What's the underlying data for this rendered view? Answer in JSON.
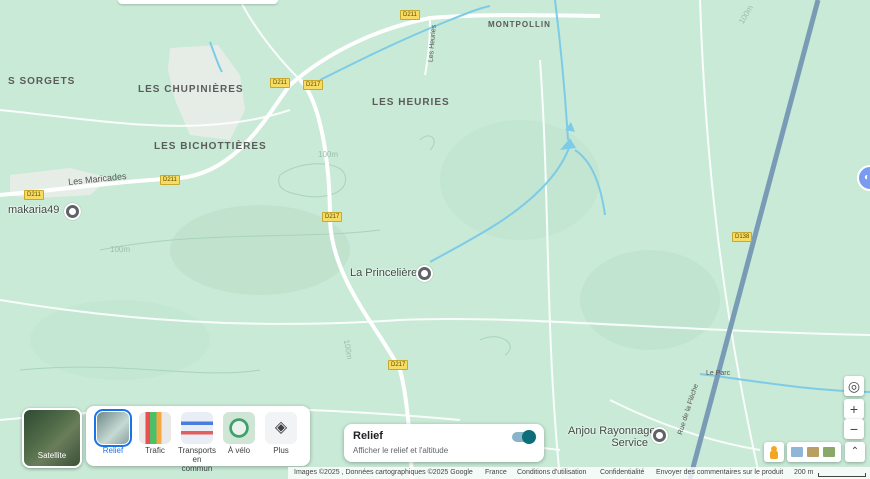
{
  "places": {
    "sorgets": "S SORGETS",
    "chupinieres": "LES CHUPINIÈRES",
    "heuries": "LES HEURIES",
    "bichottieres": "LES BICHOTTIÈRES",
    "montpollin": "MONTPOLLIN"
  },
  "roads": {
    "d211": "D211",
    "d217": "D217",
    "d138": "D138",
    "les_maricades": "Les Maricades",
    "les_heuries_road": "Les Heuries",
    "le_parc": "Le Parc",
    "rue_fleche": "Rue de la Flèche"
  },
  "contours": {
    "c100": "100m"
  },
  "pois": {
    "makaria": "makaria49",
    "princeliere": "La Princelière",
    "anjou_line1": "Anjou Rayonnage",
    "anjou_line2": "Service"
  },
  "controls": {
    "satellite_label": "Satellite",
    "layers": [
      {
        "label": "Relief",
        "icon": "terrain-icon"
      },
      {
        "label": "Trafic",
        "icon": "traffic-icon"
      },
      {
        "label": "Transports en commun",
        "icon": "transit-icon"
      },
      {
        "label": "À vélo",
        "icon": "bicycle-icon"
      },
      {
        "label": "Plus",
        "icon": "layers-icon"
      }
    ],
    "relief_title": "Relief",
    "relief_subtitle": "Afficher le relief et l'altitude",
    "zoom_in": "+",
    "zoom_out": "−",
    "expand": "⌃"
  },
  "footer": {
    "imagery": "Images ©2025 , Données cartographiques ©2025 Google",
    "country": "France",
    "terms": "Conditions d'utilisation",
    "privacy": "Confidentialité",
    "feedback": "Envoyer des commentaires sur le produit",
    "scale": "200 m"
  },
  "colors": {
    "land": "#c8ead6",
    "water": "#7ecbe8",
    "road": "#ffffff",
    "highway": "#7a9bb5",
    "accent": "#1a73e8"
  }
}
